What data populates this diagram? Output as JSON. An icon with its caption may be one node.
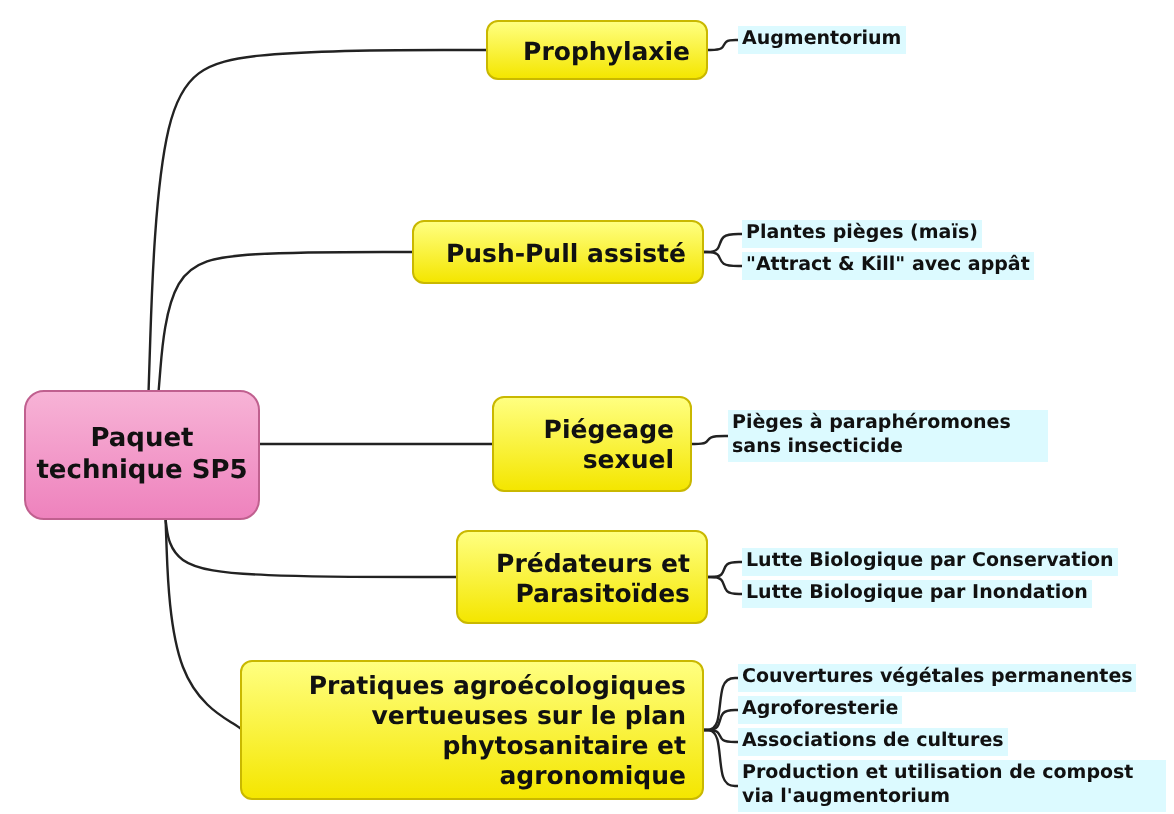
{
  "diagram": {
    "nodes": [
      {
        "text": [
          "Paquet technique SP5"
        ]
      },
      {
        "text": [
          "Prophylaxie"
        ]
      },
      {
        "text": [
          "Augmentorium"
        ]
      },
      {
        "text": [
          "Push-Pull assisté"
        ]
      },
      {
        "text": [
          "Plantes pièges (maïs)"
        ]
      },
      {
        "text": [
          "\"Attract & Kill\" avec appât"
        ]
      },
      {
        "text": [
          "Piégeage sexuel"
        ]
      },
      {
        "text": [
          "Pièges à paraphéromones sans insecticide"
        ]
      },
      {
        "text": [
          "Prédateurs et Parasitoïdes"
        ]
      },
      {
        "text": [
          "Lutte Biologique par Conservation"
        ]
      },
      {
        "text": [
          "Lutte Biologique par Inondation"
        ]
      },
      {
        "text": [
          "Pratiques agroécologiques vertueuses sur le plan phytosanitaire et agronomique"
        ]
      },
      {
        "text": [
          "Couvertures végétales permanentes"
        ]
      },
      {
        "text": [
          "Agroforesterie"
        ]
      },
      {
        "text": [
          "Associations de cultures"
        ]
      },
      {
        "text": [
          "Production et utilisation de compost via l'augmentorium"
        ]
      }
    ],
    "edges": [
      {
        "from": 0,
        "to": 1,
        "arrow": "none"
      },
      {
        "from": 1,
        "to": 2,
        "arrow": "none"
      },
      {
        "from": 0,
        "to": 3,
        "arrow": "none"
      },
      {
        "from": 3,
        "to": 4,
        "arrow": "none"
      },
      {
        "from": 3,
        "to": 5,
        "arrow": "none"
      },
      {
        "from": 0,
        "to": 6,
        "arrow": "none"
      },
      {
        "from": 6,
        "to": 7,
        "arrow": "none"
      },
      {
        "from": 0,
        "to": 8,
        "arrow": "none"
      },
      {
        "from": 8,
        "to": 9,
        "arrow": "none"
      },
      {
        "from": 8,
        "to": 10,
        "arrow": "none"
      },
      {
        "from": 0,
        "to": 11,
        "arrow": "none"
      },
      {
        "from": 11,
        "to": 12,
        "arrow": "none"
      },
      {
        "from": 11,
        "to": 13,
        "arrow": "none"
      },
      {
        "from": 11,
        "to": 14,
        "arrow": "none"
      },
      {
        "from": 11,
        "to": 15,
        "arrow": "none"
      }
    ]
  }
}
